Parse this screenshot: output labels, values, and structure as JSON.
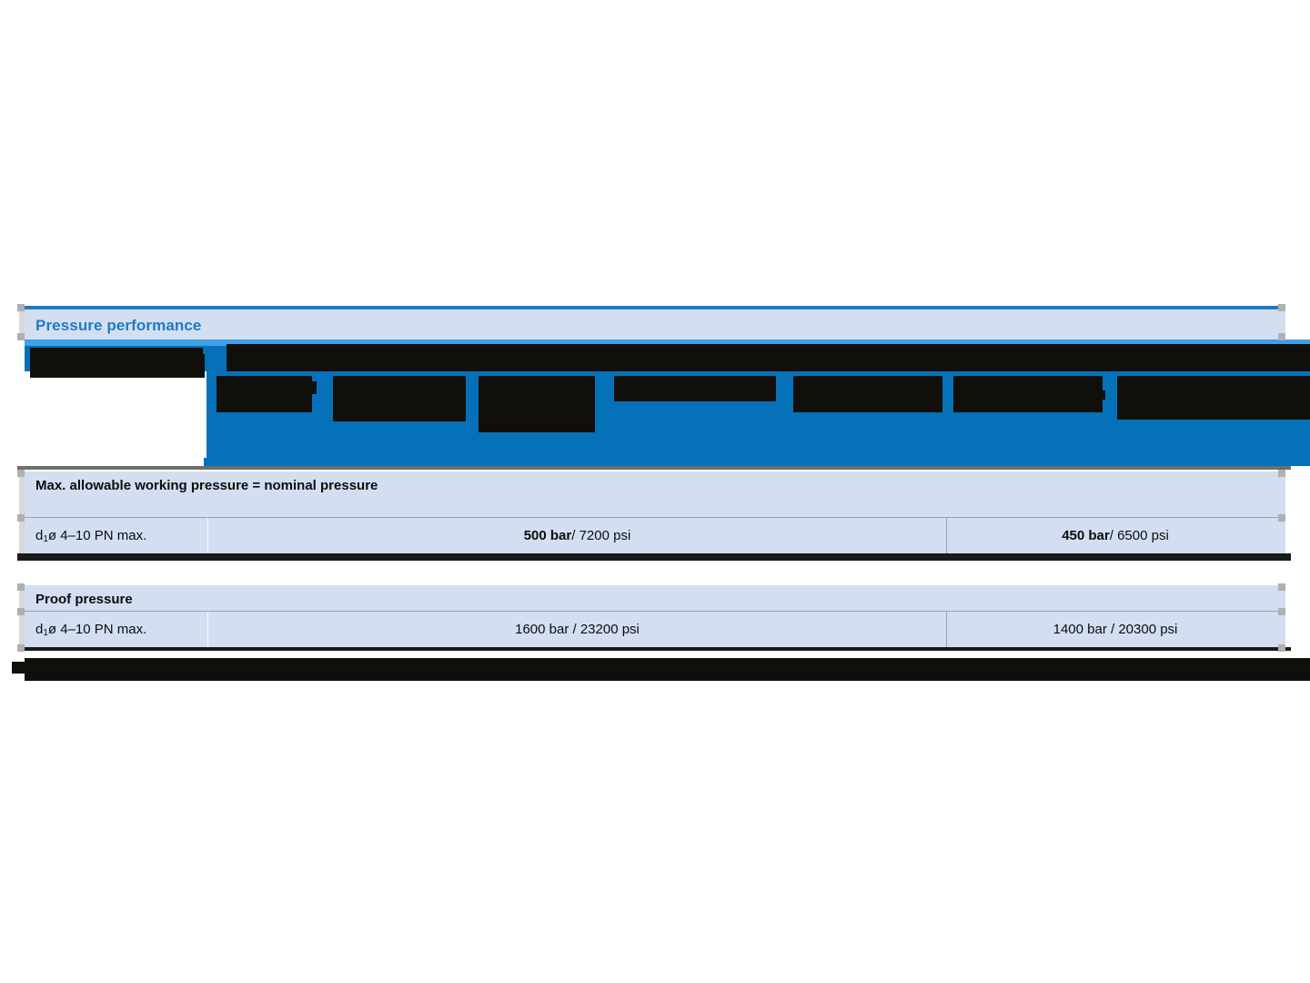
{
  "section": {
    "title": "Pressure performance",
    "title_color": "#1f7ac4",
    "band_bg": "#d3dff0"
  },
  "header_table": {
    "state": "redacted",
    "note": "Column header band is obscured by black redaction blocks over a blue header background.",
    "header_bg": "#0571b9",
    "redaction_color": "#100f0c",
    "column_divider_positions": [
      224,
      325,
      467,
      587,
      852,
      1008,
      1158
    ]
  },
  "tables": [
    {
      "name": "max-allowable-working-pressure",
      "heading": "Max. allowable working pressure = nominal pressure",
      "rows": [
        {
          "label_d": "d",
          "label_sub": "1",
          "label_rest": " ø   4–10   PN max.",
          "values": [
            {
              "bold": "500 bar",
              "rest": " / 7200 psi"
            },
            {
              "bold": "450 bar",
              "rest": " / 6500 psi"
            }
          ]
        }
      ]
    },
    {
      "name": "proof-pressure",
      "heading": "Proof pressure",
      "rows": [
        {
          "label_d": "d",
          "label_sub": "1",
          "label_rest": " ø   4–10   PN max.",
          "values": [
            {
              "bold": "",
              "rest": "1600 bar / 23200 psi"
            },
            {
              "bold": "",
              "rest": "1400 bar / 20300 psi"
            }
          ]
        }
      ]
    }
  ],
  "bottom_bar": {
    "state": "redacted"
  }
}
